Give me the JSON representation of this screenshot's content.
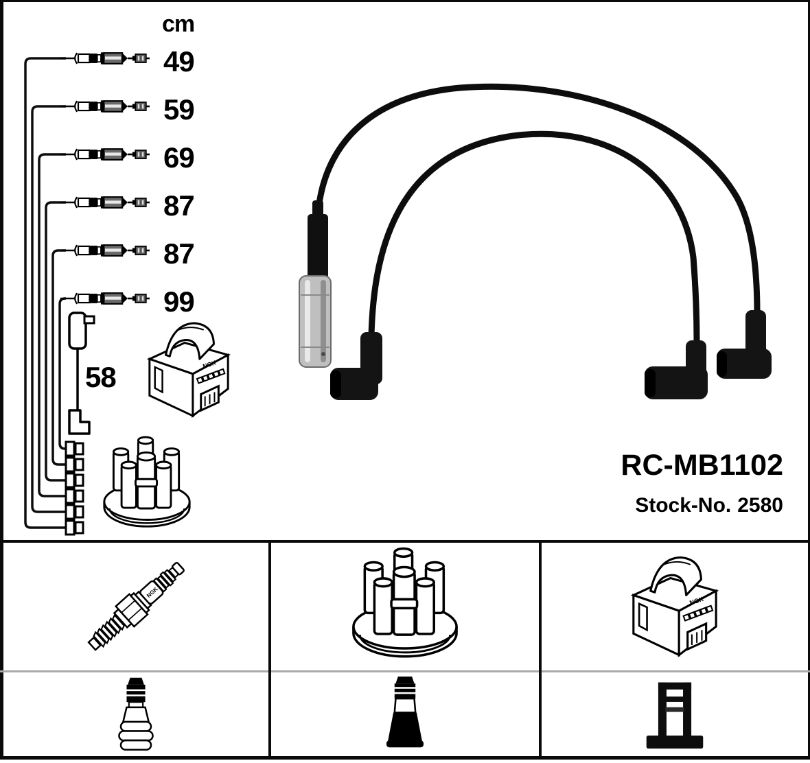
{
  "page": {
    "background": "#ffffff",
    "frame_color": "#0a0a0a"
  },
  "measurements": {
    "unit_label": "cm",
    "cable_lengths": [
      {
        "length_cm": "49"
      },
      {
        "length_cm": "59"
      },
      {
        "length_cm": "69"
      },
      {
        "length_cm": "87"
      },
      {
        "length_cm": "87"
      },
      {
        "length_cm": "99"
      }
    ],
    "coil_cable_length_cm": "58"
  },
  "product": {
    "code": "RC-MB1102",
    "stock_label": "Stock-No.",
    "stock_number": "2580"
  },
  "artwork": {
    "brand_mark": "NGK",
    "colors": {
      "line_art": "#000000",
      "cable_black": "#101010",
      "silver_connector": "#bfbfbf",
      "suppressor_gray": "#6a6a6a",
      "grid_row_divider": "#aaaaaa"
    }
  },
  "legend": {
    "cells": [
      {
        "icon": "spark-plug-icon"
      },
      {
        "icon": "distributor-cap-icon"
      },
      {
        "icon": "ignition-coil-icon"
      },
      {
        "icon": "spark-plug-terminal-icon"
      },
      {
        "icon": "distributor-boot-icon"
      },
      {
        "icon": "coil-terminal-icon"
      }
    ]
  }
}
